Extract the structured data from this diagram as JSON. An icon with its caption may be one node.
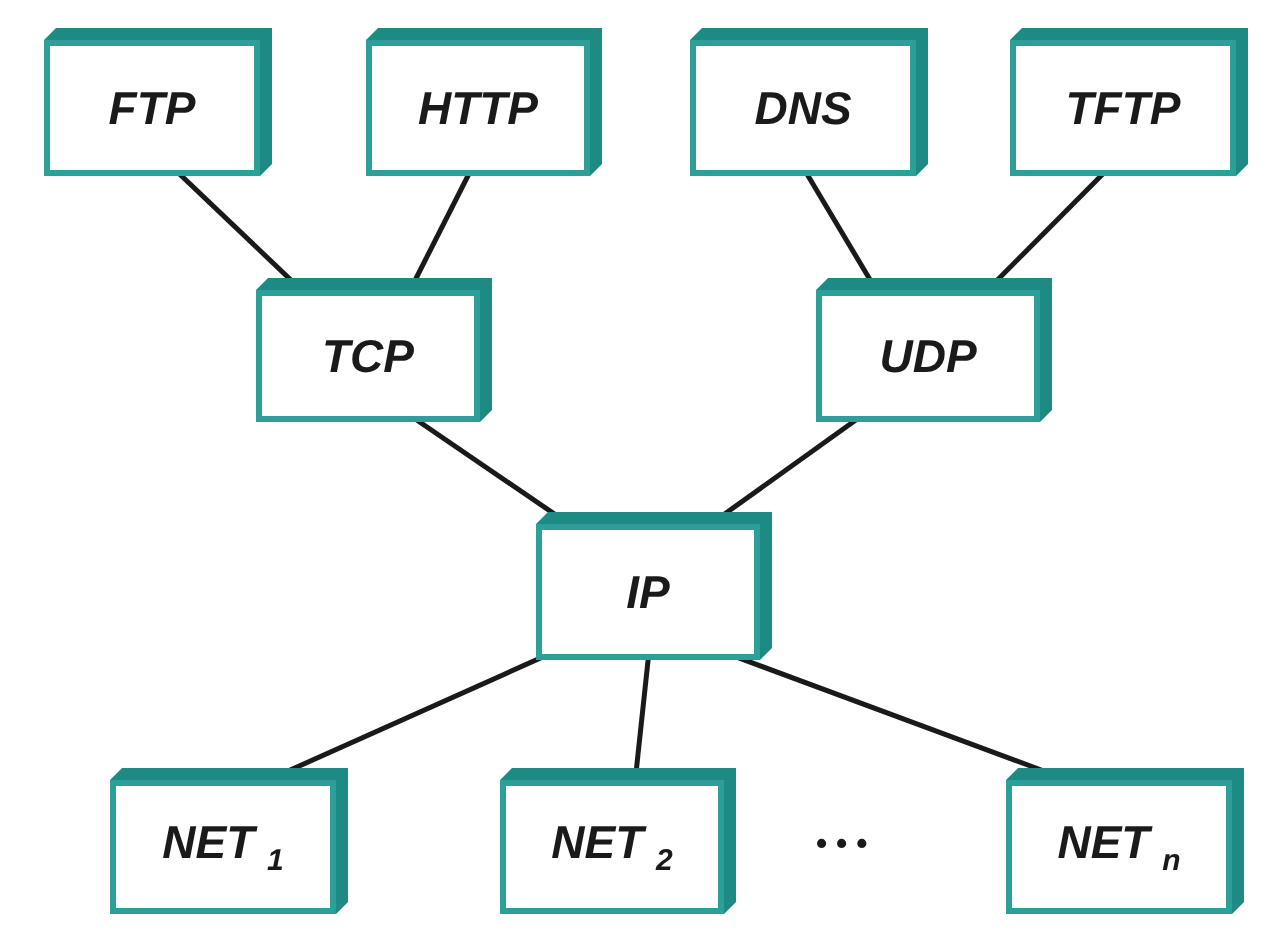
{
  "diagram": {
    "nodes": [
      {
        "text": [
          "FTP"
        ]
      },
      {
        "text": [
          "HTTP"
        ]
      },
      {
        "text": [
          "DNS"
        ]
      },
      {
        "text": [
          "TFTP"
        ]
      },
      {
        "text": [
          "TCP"
        ]
      },
      {
        "text": [
          "UDP"
        ]
      },
      {
        "text": [
          "IP"
        ]
      },
      {
        "text": [
          "NET $_{1}$"
        ]
      },
      {
        "text": [
          "NET $_{2}$"
        ]
      },
      {
        "text": [
          "NET $_{n}$"
        ]
      }
    ],
    "edges": [
      {
        "from": 0,
        "to": 4,
        "arrow": "none"
      },
      {
        "from": 1,
        "to": 4,
        "arrow": "none"
      },
      {
        "from": 2,
        "to": 5,
        "arrow": "none"
      },
      {
        "from": 3,
        "to": 5,
        "arrow": "none"
      },
      {
        "from": 4,
        "to": 6,
        "arrow": "none"
      },
      {
        "from": 5,
        "to": 6,
        "arrow": "none"
      },
      {
        "from": 6,
        "to": 7,
        "arrow": "none"
      },
      {
        "from": 6,
        "to": 8,
        "arrow": "none"
      },
      {
        "from": 6,
        "to": 9,
        "arrow": "none"
      }
    ],
    "labels": [
      "• • •"
    ]
  }
}
